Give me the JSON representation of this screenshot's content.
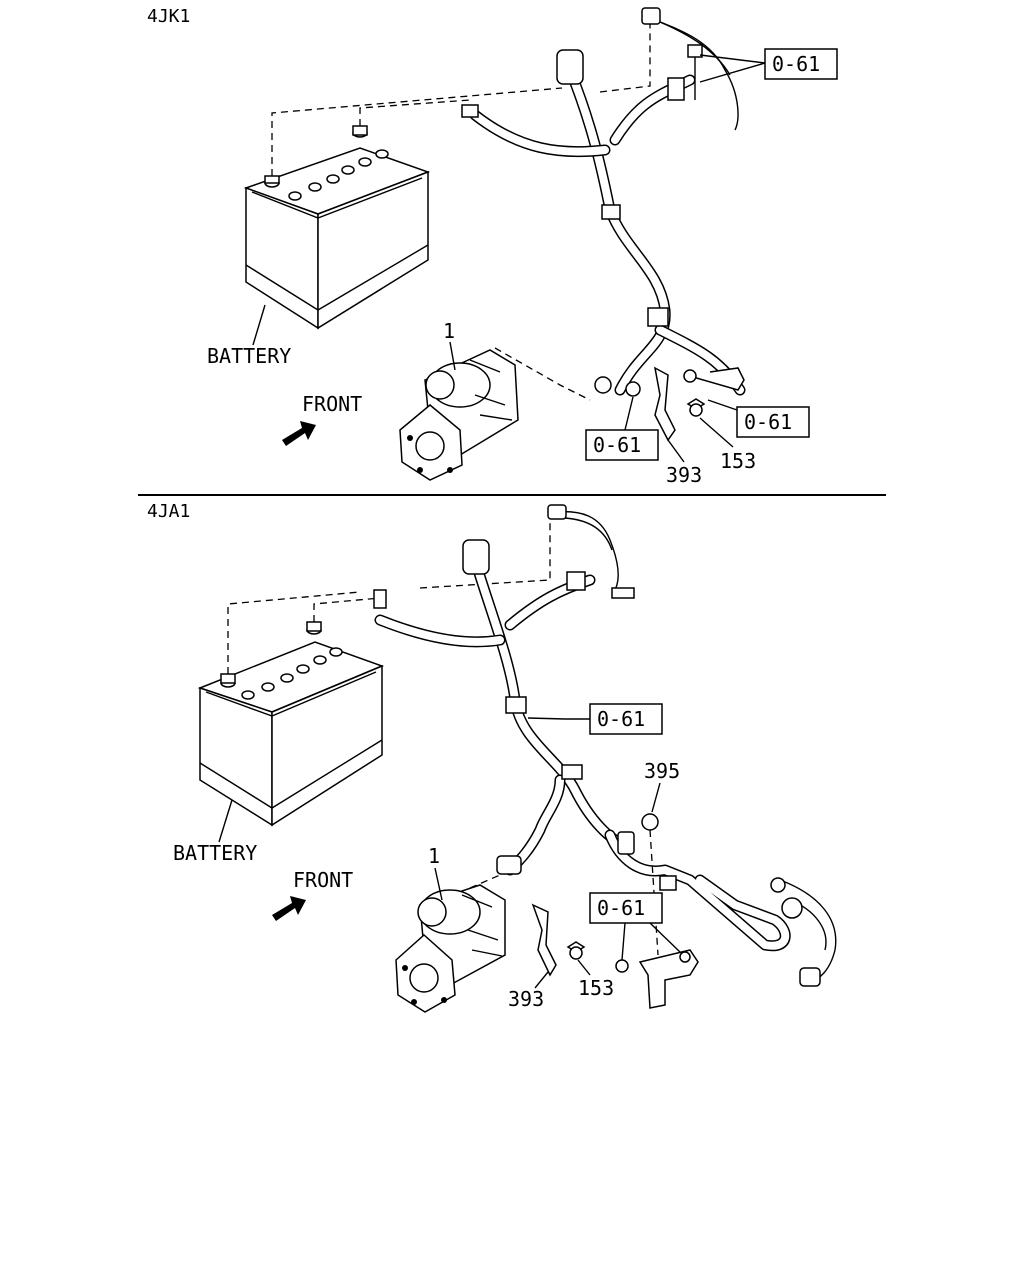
{
  "sections": [
    {
      "model": "4JK1",
      "labels": {
        "battery": "BATTERY",
        "front": "FRONT",
        "part_starter": "1",
        "part_bracket": "393",
        "part_bolt": "153"
      },
      "refs": [
        "0-61",
        "0-61",
        "0-61"
      ]
    },
    {
      "model": "4JA1",
      "labels": {
        "battery": "BATTERY",
        "front": "FRONT",
        "part_starter": "1",
        "part_bracket": "393",
        "part_bolt": "153",
        "part_nut": "395"
      },
      "refs": [
        "0-61",
        "0-61"
      ]
    }
  ]
}
